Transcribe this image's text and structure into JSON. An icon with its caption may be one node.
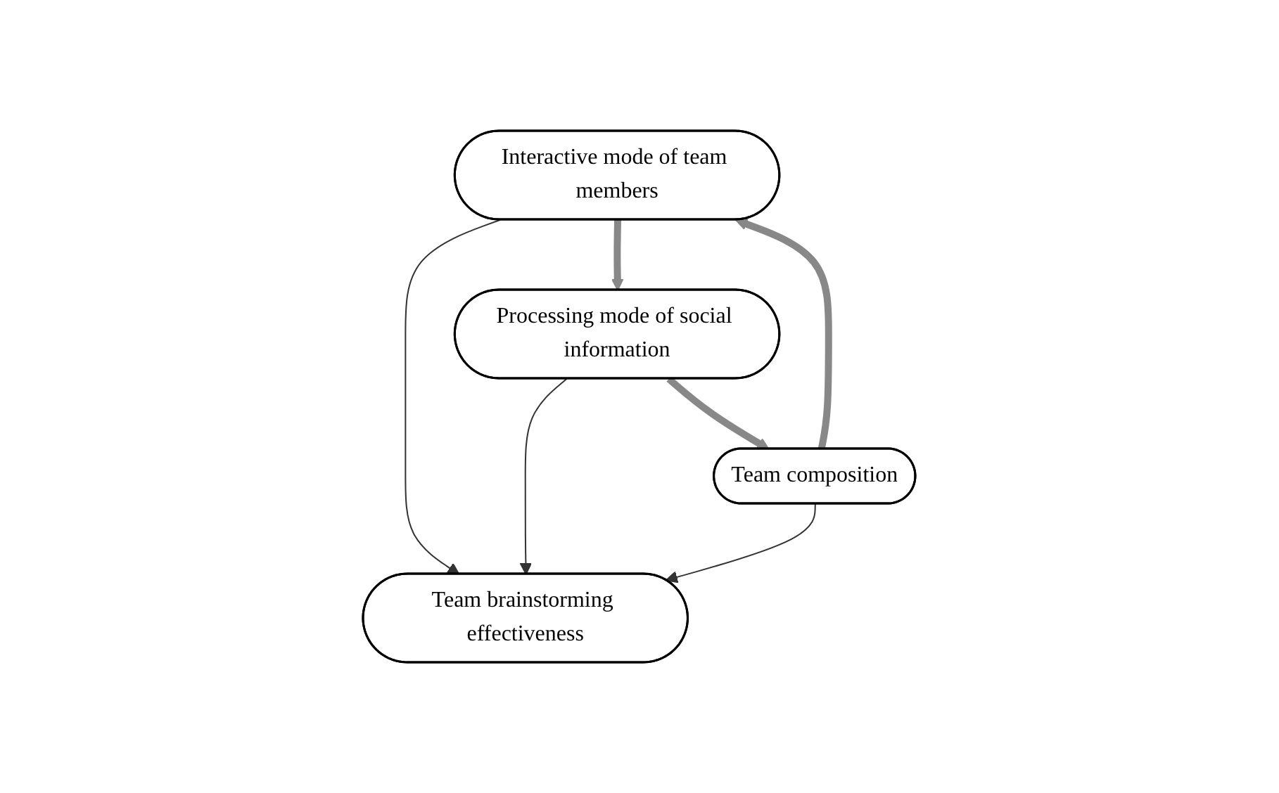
{
  "diagram": {
    "nodes": [
      {
        "text": [
          "Interactive mode of team members"
        ]
      },
      {
        "text": [
          "Team brainstorming effectiveness"
        ]
      },
      {
        "text": [
          "Team composition"
        ]
      },
      {
        "text": [
          "Processing mode of social information"
        ]
      }
    ],
    "edges": [
      {
        "from": 0,
        "to": 1,
        "arrow": "to"
      },
      {
        "from": 2,
        "to": 1,
        "arrow": "to"
      },
      {
        "from": 3,
        "to": 1,
        "arrow": "to"
      },
      {
        "from": 2,
        "to": 0,
        "arrow": "to",
        "style": "thick"
      },
      {
        "from": 0,
        "to": 3,
        "arrow": "to",
        "style": "thick"
      },
      {
        "from": 3,
        "to": 2,
        "arrow": "to",
        "style": "thick"
      }
    ]
  }
}
